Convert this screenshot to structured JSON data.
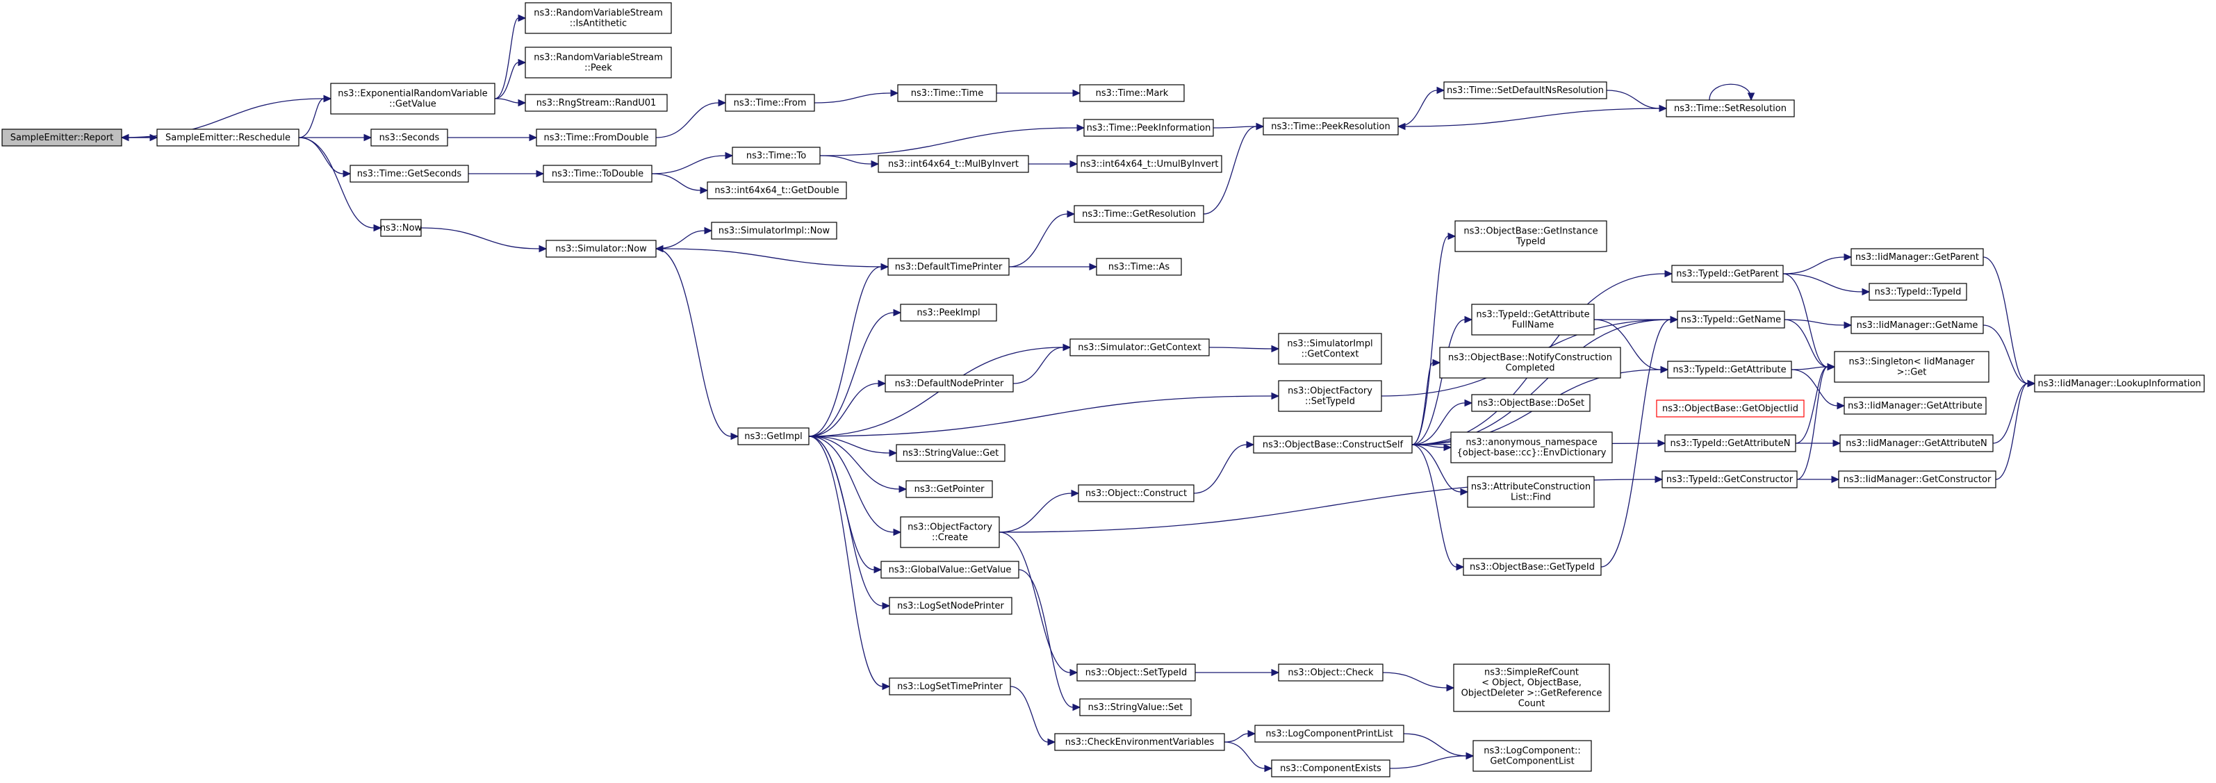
{
  "nodes": {
    "report": {
      "lines": [
        "SampleEmitter::Report"
      ],
      "style": "root"
    },
    "reschedule": {
      "lines": [
        "SampleEmitter::Reschedule"
      ]
    },
    "expGetValue": {
      "lines": [
        "ns3::ExponentialRandomVariable",
        "::GetValue"
      ]
    },
    "isAntithetic": {
      "lines": [
        "ns3::RandomVariableStream",
        "::IsAntithetic"
      ]
    },
    "rvsPeek": {
      "lines": [
        "ns3::RandomVariableStream",
        "::Peek"
      ]
    },
    "randU01": {
      "lines": [
        "ns3::RngStream::RandU01"
      ]
    },
    "seconds": {
      "lines": [
        "ns3::Seconds"
      ]
    },
    "timeGetSeconds": {
      "lines": [
        "ns3::Time::GetSeconds"
      ]
    },
    "now": {
      "lines": [
        "ns3::Now"
      ]
    },
    "timeFromDouble": {
      "lines": [
        "ns3::Time::FromDouble"
      ]
    },
    "timeToDouble": {
      "lines": [
        "ns3::Time::ToDouble"
      ]
    },
    "timeFrom": {
      "lines": [
        "ns3::Time::From"
      ]
    },
    "timeTime": {
      "lines": [
        "ns3::Time::Time"
      ]
    },
    "timeMark": {
      "lines": [
        "ns3::Time::Mark"
      ]
    },
    "timeTo": {
      "lines": [
        "ns3::Time::To"
      ]
    },
    "mulByInvert": {
      "lines": [
        "ns3::int64x64_t::MulByInvert"
      ]
    },
    "umulByInvert": {
      "lines": [
        "ns3::int64x64_t::UmulByInvert"
      ]
    },
    "int64GetDouble": {
      "lines": [
        "ns3::int64x64_t::GetDouble"
      ]
    },
    "peekInformation": {
      "lines": [
        "ns3::Time::PeekInformation"
      ]
    },
    "peekResolution": {
      "lines": [
        "ns3::Time::PeekResolution"
      ]
    },
    "setDefaultNsRes": {
      "lines": [
        "ns3::Time::SetDefaultNsResolution"
      ]
    },
    "setResolution": {
      "lines": [
        "ns3::Time::SetResolution"
      ]
    },
    "simNow": {
      "lines": [
        "ns3::Simulator::Now"
      ]
    },
    "simImplNow": {
      "lines": [
        "ns3::SimulatorImpl::Now"
      ]
    },
    "defaultTimePrinter": {
      "lines": [
        "ns3::DefaultTimePrinter"
      ]
    },
    "timeGetResolution": {
      "lines": [
        "ns3::Time::GetResolution"
      ]
    },
    "timeAs": {
      "lines": [
        "ns3::Time::As"
      ]
    },
    "getImpl": {
      "lines": [
        "ns3::GetImpl"
      ]
    },
    "peekImpl": {
      "lines": [
        "ns3::PeekImpl"
      ]
    },
    "simGetContext": {
      "lines": [
        "ns3::Simulator::GetContext"
      ]
    },
    "simImplGetContext": {
      "lines": [
        "ns3::SimulatorImpl",
        "::GetContext"
      ]
    },
    "defaultNodePrinter": {
      "lines": [
        "ns3::DefaultNodePrinter"
      ]
    },
    "ofSetTypeId": {
      "lines": [
        "ns3::ObjectFactory",
        "::SetTypeId"
      ]
    },
    "stringValueGet": {
      "lines": [
        "ns3::StringValue::Get"
      ]
    },
    "getPointer": {
      "lines": [
        "ns3::GetPointer"
      ]
    },
    "ofCreate": {
      "lines": [
        "ns3::ObjectFactory",
        "::Create"
      ]
    },
    "objConstruct": {
      "lines": [
        "ns3::Object::Construct"
      ]
    },
    "globalValueGetValue": {
      "lines": [
        "ns3::GlobalValue::GetValue"
      ]
    },
    "logSetNodePrinter": {
      "lines": [
        "ns3::LogSetNodePrinter"
      ]
    },
    "logSetTimePrinter": {
      "lines": [
        "ns3::LogSetTimePrinter"
      ]
    },
    "objSetTypeId": {
      "lines": [
        "ns3::Object::SetTypeId"
      ]
    },
    "stringValueSet": {
      "lines": [
        "ns3::StringValue::Set"
      ]
    },
    "objCheck": {
      "lines": [
        "ns3::Object::Check"
      ]
    },
    "simpleRefCount": {
      "lines": [
        "ns3::SimpleRefCount",
        "< Object, ObjectBase,",
        "ObjectDeleter >::GetReference",
        "Count"
      ]
    },
    "checkEnvVars": {
      "lines": [
        "ns3::CheckEnvironmentVariables"
      ]
    },
    "logCompPrintList": {
      "lines": [
        "ns3::LogComponentPrintList"
      ]
    },
    "componentExists": {
      "lines": [
        "ns3::ComponentExists"
      ]
    },
    "logCompGetList": {
      "lines": [
        "ns3::LogComponent::",
        "GetComponentList"
      ]
    },
    "obConstructSelf": {
      "lines": [
        "ns3::ObjectBase::ConstructSelf"
      ]
    },
    "obGetInstanceTypeId": {
      "lines": [
        "ns3::ObjectBase::GetInstance",
        "TypeId"
      ]
    },
    "typeIdGetAttrFullName": {
      "lines": [
        "ns3::TypeId::GetAttribute",
        "FullName"
      ]
    },
    "obNotifyConstruction": {
      "lines": [
        "ns3::ObjectBase::NotifyConstruction",
        "Completed"
      ]
    },
    "obDoSet": {
      "lines": [
        "ns3::ObjectBase::DoSet"
      ]
    },
    "envDictionary": {
      "lines": [
        "ns3::anonymous_namespace",
        "{object-base::cc}::EnvDictionary"
      ]
    },
    "attrConstructionFind": {
      "lines": [
        "ns3::AttributeConstruction",
        "List::Find"
      ]
    },
    "obGetTypeId": {
      "lines": [
        "ns3::ObjectBase::GetTypeId"
      ]
    },
    "typeIdGetParent": {
      "lines": [
        "ns3::TypeId::GetParent"
      ]
    },
    "typeIdGetName": {
      "lines": [
        "ns3::TypeId::GetName"
      ]
    },
    "typeIdGetAttribute": {
      "lines": [
        "ns3::TypeId::GetAttribute"
      ]
    },
    "obGetObjectIid": {
      "lines": [
        "ns3::ObjectBase::GetObjectIid"
      ],
      "style": "red"
    },
    "typeIdGetAttributeN": {
      "lines": [
        "ns3::TypeId::GetAttributeN"
      ]
    },
    "typeIdGetConstructor": {
      "lines": [
        "ns3::TypeId::GetConstructor"
      ]
    },
    "singletonGet": {
      "lines": [
        "ns3::Singleton< IidManager",
        ">::Get"
      ]
    },
    "iidGetParent": {
      "lines": [
        "ns3::IidManager::GetParent"
      ]
    },
    "typeIdTypeId": {
      "lines": [
        "ns3::TypeId::TypeId"
      ]
    },
    "iidGetName": {
      "lines": [
        "ns3::IidManager::GetName"
      ]
    },
    "iidGetAttribute": {
      "lines": [
        "ns3::IidManager::GetAttribute"
      ]
    },
    "iidGetAttributeN": {
      "lines": [
        "ns3::IidManager::GetAttributeN"
      ]
    },
    "iidGetConstructor": {
      "lines": [
        "ns3::IidManager::GetConstructor"
      ]
    },
    "iidLookupInformation": {
      "lines": [
        "ns3::IidManager::LookupInformation"
      ]
    }
  },
  "edges": [
    [
      "report",
      "reschedule"
    ],
    [
      "reschedule",
      "report"
    ],
    [
      "report",
      "expGetValue"
    ],
    [
      "expGetValue",
      "isAntithetic"
    ],
    [
      "expGetValue",
      "rvsPeek"
    ],
    [
      "expGetValue",
      "randU01"
    ],
    [
      "reschedule",
      "expGetValue"
    ],
    [
      "reschedule",
      "seconds"
    ],
    [
      "reschedule",
      "timeGetSeconds"
    ],
    [
      "reschedule",
      "now"
    ],
    [
      "seconds",
      "timeFromDouble"
    ],
    [
      "timeFromDouble",
      "timeFrom"
    ],
    [
      "timeFrom",
      "timeTime"
    ],
    [
      "timeTime",
      "timeMark"
    ],
    [
      "timeGetSeconds",
      "timeToDouble"
    ],
    [
      "timeToDouble",
      "timeTo"
    ],
    [
      "timeToDouble",
      "int64GetDouble"
    ],
    [
      "timeTo",
      "peekInformation"
    ],
    [
      "timeTo",
      "mulByInvert"
    ],
    [
      "mulByInvert",
      "umulByInvert"
    ],
    [
      "peekInformation",
      "peekResolution"
    ],
    [
      "peekResolution",
      "setDefaultNsRes"
    ],
    [
      "setDefaultNsRes",
      "setResolution"
    ],
    [
      "setResolution",
      "setResolution"
    ],
    [
      "setResolution",
      "peekResolution"
    ],
    [
      "now",
      "simNow"
    ],
    [
      "simNow",
      "simImplNow"
    ],
    [
      "simNow",
      "getImpl"
    ],
    [
      "defaultTimePrinter",
      "simNow"
    ],
    [
      "defaultTimePrinter",
      "timeGetResolution"
    ],
    [
      "defaultTimePrinter",
      "timeAs"
    ],
    [
      "timeGetResolution",
      "peekResolution"
    ],
    [
      "getImpl",
      "defaultTimePrinter"
    ],
    [
      "getImpl",
      "peekImpl"
    ],
    [
      "getImpl",
      "simGetContext"
    ],
    [
      "getImpl",
      "defaultNodePrinter"
    ],
    [
      "getImpl",
      "ofSetTypeId"
    ],
    [
      "getImpl",
      "stringValueGet"
    ],
    [
      "getImpl",
      "getPointer"
    ],
    [
      "getImpl",
      "ofCreate"
    ],
    [
      "getImpl",
      "globalValueGetValue"
    ],
    [
      "getImpl",
      "logSetNodePrinter"
    ],
    [
      "getImpl",
      "logSetTimePrinter"
    ],
    [
      "simGetContext",
      "simImplGetContext"
    ],
    [
      "defaultNodePrinter",
      "simGetContext"
    ],
    [
      "ofSetTypeId",
      "typeIdGetName"
    ],
    [
      "ofCreate",
      "objConstruct"
    ],
    [
      "ofCreate",
      "objSetTypeId"
    ],
    [
      "ofCreate",
      "typeIdGetConstructor"
    ],
    [
      "objConstruct",
      "obConstructSelf"
    ],
    [
      "globalValueGetValue",
      "stringValueSet"
    ],
    [
      "logSetTimePrinter",
      "checkEnvVars"
    ],
    [
      "objSetTypeId",
      "objCheck"
    ],
    [
      "objCheck",
      "simpleRefCount"
    ],
    [
      "checkEnvVars",
      "logCompPrintList"
    ],
    [
      "checkEnvVars",
      "componentExists"
    ],
    [
      "logCompPrintList",
      "logCompGetList"
    ],
    [
      "componentExists",
      "logCompGetList"
    ],
    [
      "obConstructSelf",
      "obGetInstanceTypeId"
    ],
    [
      "obConstructSelf",
      "typeIdGetAttrFullName"
    ],
    [
      "obConstructSelf",
      "obNotifyConstruction"
    ],
    [
      "obConstructSelf",
      "obDoSet"
    ],
    [
      "obConstructSelf",
      "envDictionary"
    ],
    [
      "obConstructSelf",
      "attrConstructionFind"
    ],
    [
      "obConstructSelf",
      "obGetTypeId"
    ],
    [
      "obConstructSelf",
      "typeIdGetParent"
    ],
    [
      "obConstructSelf",
      "typeIdGetName"
    ],
    [
      "obConstructSelf",
      "typeIdGetAttribute"
    ],
    [
      "obConstructSelf",
      "typeIdGetAttributeN"
    ],
    [
      "typeIdGetAttrFullName",
      "typeIdGetName"
    ],
    [
      "typeIdGetAttrFullName",
      "typeIdGetAttribute"
    ],
    [
      "typeIdGetParent",
      "iidGetParent"
    ],
    [
      "typeIdGetParent",
      "typeIdTypeId"
    ],
    [
      "typeIdGetParent",
      "singletonGet"
    ],
    [
      "typeIdGetName",
      "iidGetName"
    ],
    [
      "typeIdGetName",
      "singletonGet"
    ],
    [
      "typeIdGetAttribute",
      "singletonGet"
    ],
    [
      "typeIdGetAttribute",
      "iidGetAttribute"
    ],
    [
      "typeIdGetAttributeN",
      "singletonGet"
    ],
    [
      "typeIdGetAttributeN",
      "iidGetAttributeN"
    ],
    [
      "typeIdGetConstructor",
      "singletonGet"
    ],
    [
      "typeIdGetConstructor",
      "iidGetConstructor"
    ],
    [
      "iidGetParent",
      "iidLookupInformation"
    ],
    [
      "iidGetName",
      "iidLookupInformation"
    ],
    [
      "iidGetAttributeN",
      "iidLookupInformation"
    ],
    [
      "iidGetConstructor",
      "iidLookupInformation"
    ],
    [
      "obGetTypeId",
      "typeIdGetName"
    ]
  ]
}
